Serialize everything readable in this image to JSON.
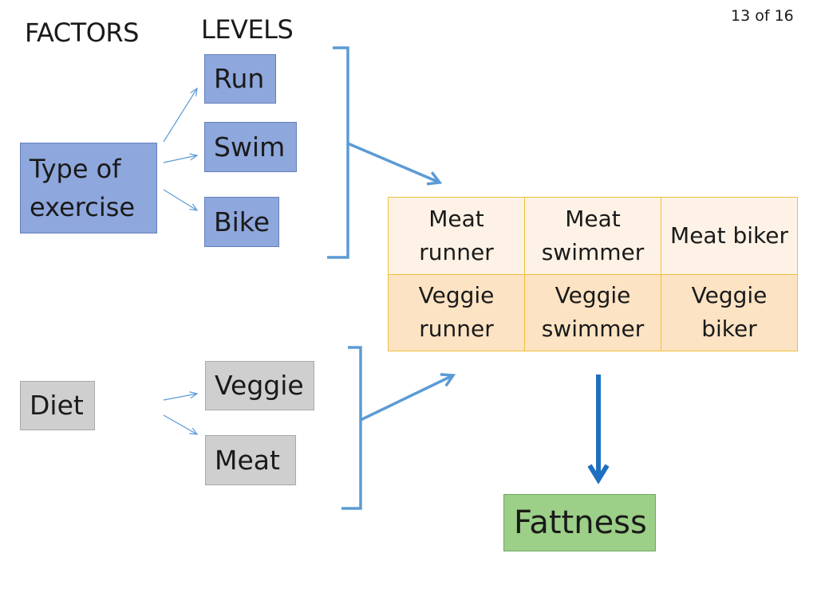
{
  "headers": {
    "factors": "FACTORS",
    "levels": "LEVELS"
  },
  "page_indicator": "13 of 16",
  "factors": {
    "exercise": "Type of exercise",
    "diet": "Diet"
  },
  "levels": {
    "exercise": [
      "Run",
      "Swim",
      "Bike"
    ],
    "diet": [
      "Veggie",
      "Meat"
    ]
  },
  "combinations": {
    "rows": [
      [
        "Meat runner",
        "Meat swimmer",
        "Meat biker"
      ],
      [
        "Veggie runner",
        "Veggie swimmer",
        "Veggie biker"
      ]
    ]
  },
  "outcome": "Fattness",
  "colors": {
    "exercise_boxes": "#8ea7dc",
    "diet_boxes": "#cfcfcf",
    "outcome_box": "#9ccf87",
    "table_border": "#f0bf3c",
    "table_row1": "#fdf2e5",
    "table_row2": "#fce3c4",
    "connector": "#5b9bd5",
    "outcome_arrow": "#1f6fc0"
  }
}
